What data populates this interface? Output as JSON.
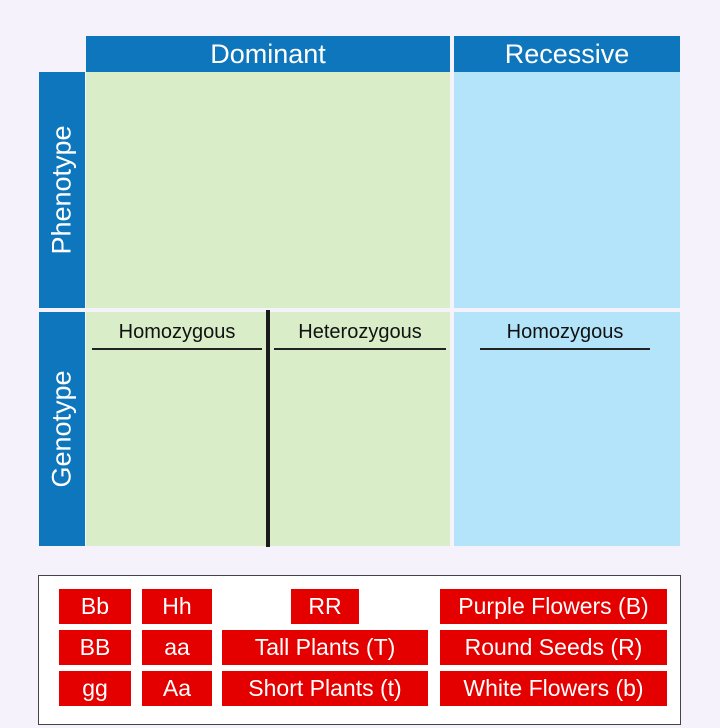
{
  "columns": {
    "dominant": "Dominant",
    "recessive": "Recessive"
  },
  "rows": {
    "phenotype": "Phenotype",
    "genotype": "Genotype"
  },
  "genotype_subheads": {
    "dominant_homozygous": "Homozygous",
    "dominant_heterozygous": "Heterozygous",
    "recessive_homozygous": "Homozygous"
  },
  "word_bank": {
    "chips": [
      "Bb",
      "Hh",
      "RR",
      "Purple Flowers (B)",
      "BB",
      "aa",
      "Tall Plants (T)",
      "Round Seeds (R)",
      "gg",
      "Aa",
      "Short Plants (t)",
      "White Flowers (b)"
    ]
  },
  "colors": {
    "header": "#0e76bd",
    "dominant_cell": "#d9edc9",
    "recessive_cell": "#b3e4f9",
    "chip": "#e50000"
  }
}
